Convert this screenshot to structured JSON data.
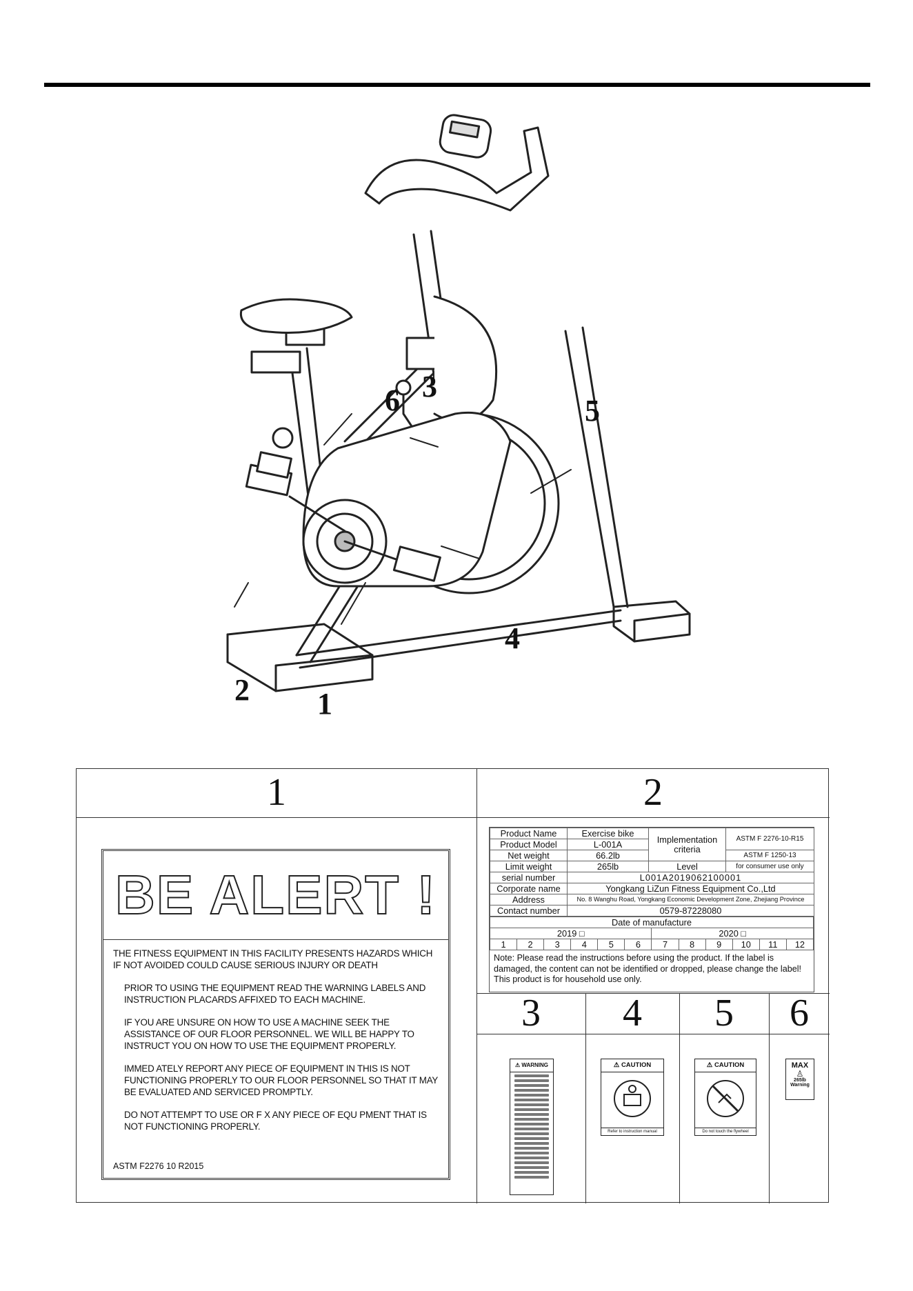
{
  "callouts": [
    "1",
    "2",
    "3",
    "4",
    "5",
    "6"
  ],
  "label_headers": [
    "1",
    "2",
    "3",
    "4",
    "5",
    "6"
  ],
  "label1": {
    "title": "BE ALERT !",
    "intro": "THE FITNESS EQUIPMENT IN THIS FACILITY PRESENTS HAZARDS WHICH IF NOT AVOIDED COULD CAUSE SERIOUS INJURY OR DEATH",
    "p1": "PRIOR TO USING THE EQUIPMENT READ THE WARNING LABELS AND INSTRUCTION PLACARDS AFFIXED TO EACH MACHINE.",
    "p2": "IF YOU ARE UNSURE ON HOW TO USE A MACHINE SEEK THE ASSISTANCE OF OUR FLOOR PERSONNEL. WE WILL BE HAPPY TO INSTRUCT YOU ON HOW TO USE THE EQUIPMENT PROPERLY.",
    "p3": "IMMED ATELY REPORT ANY PIECE OF EQUIPMENT IN THIS IS NOT FUNCTIONING PROPERLY TO OUR FLOOR PERSONNEL SO THAT IT MAY BE EVALUATED AND SERVICED PROMPTLY.",
    "p4": "DO NOT ATTEMPT TO USE OR F X ANY PIECE OF EQU PMENT THAT IS NOT FUNCTIONING PROPERLY.",
    "footer": "ASTM F2276 10 R2015"
  },
  "label2": {
    "product_name_label": "Product Name",
    "product_name": "Exercise bike",
    "product_model_label": "Product Model",
    "product_model": "L-001A",
    "net_weight_label": "Net weight",
    "net_weight": "66.2lb",
    "limit_weight_label": "Limit weight",
    "limit_weight": "265lb",
    "impl_label": "Implementation criteria",
    "astm1": "ASTM F 2276-10-R15",
    "astm2": "ASTM F 1250-13",
    "level_label": "Level",
    "level": "for consumer use only",
    "serial_label": "serial number",
    "serial": "L001A2019062100001",
    "corp_label": "Corporate name",
    "corp": "Yongkang LiZun Fitness Equipment Co.,Ltd",
    "address_label": "Address",
    "address": "No. 8 Wanghu Road, Yongkang Economic Development Zone, Zhejiang Province",
    "contact_label": "Contact number",
    "contact": "0579-87228080",
    "dom_label": "Date of manufacture",
    "year1": "2019 □",
    "year2": "2020 □",
    "months": [
      "1",
      "2",
      "3",
      "4",
      "5",
      "6",
      "7",
      "8",
      "9",
      "10",
      "11",
      "12"
    ],
    "note": "Note: Please read the instructions before using the product. If the label is damaged, the content can not be identified or dropped, please change the label! This product is for household use only."
  },
  "label3": {
    "title": "WARNING"
  },
  "label4": {
    "title": "CAUTION",
    "footer": "Refer to instruction manual"
  },
  "label5": {
    "title": "CAUTION",
    "footer": "Do not touch the flywheel"
  },
  "label6": {
    "title": "MAX",
    "weight": "265lb",
    "word": "Warning"
  }
}
